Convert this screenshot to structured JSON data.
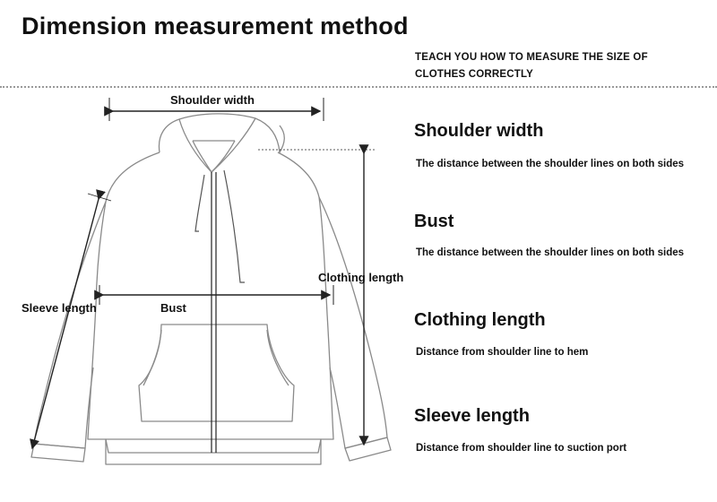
{
  "header": {
    "title": "Dimension measurement method",
    "subtitle": "TEACH YOU HOW TO MEASURE THE SIZE OF CLOTHES CORRECTLY"
  },
  "diagram": {
    "labels": {
      "shoulder_width": "Shoulder width",
      "clothing_length": "Clothing length",
      "sleeve_length": "Sleeve length",
      "bust": "Bust"
    }
  },
  "sections": [
    {
      "title": "Shoulder width",
      "description": "The distance between the shoulder lines on both sides"
    },
    {
      "title": "Bust",
      "description": "The distance between the shoulder lines on both sides"
    },
    {
      "title": "Clothing length",
      "description": "Distance from shoulder line to hem"
    },
    {
      "title": "Sleeve length",
      "description": "Distance from shoulder line to suction port"
    }
  ]
}
